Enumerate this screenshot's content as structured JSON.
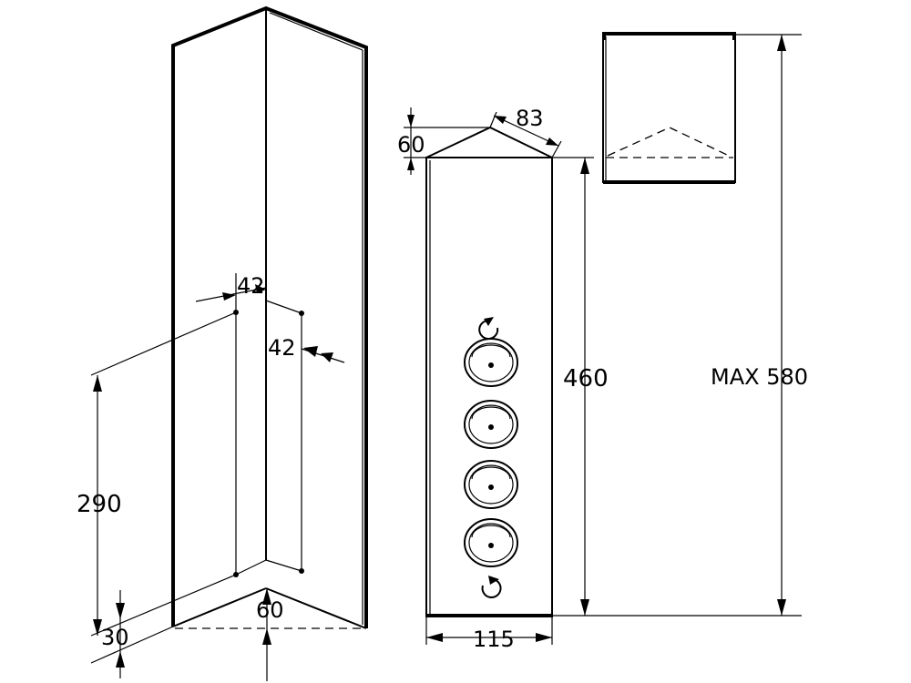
{
  "dimensions": {
    "iso_hole_spacing_h": "42",
    "iso_hole_spacing_v": "42",
    "iso_height": "290",
    "iso_bottom_offset": "30",
    "iso_corner_depth": "60",
    "front_top_depth": "60",
    "front_top_side": "83",
    "front_height": "460",
    "front_width": "115",
    "max_height": "MAX 580"
  },
  "front_view": {
    "knob_count": 4
  }
}
